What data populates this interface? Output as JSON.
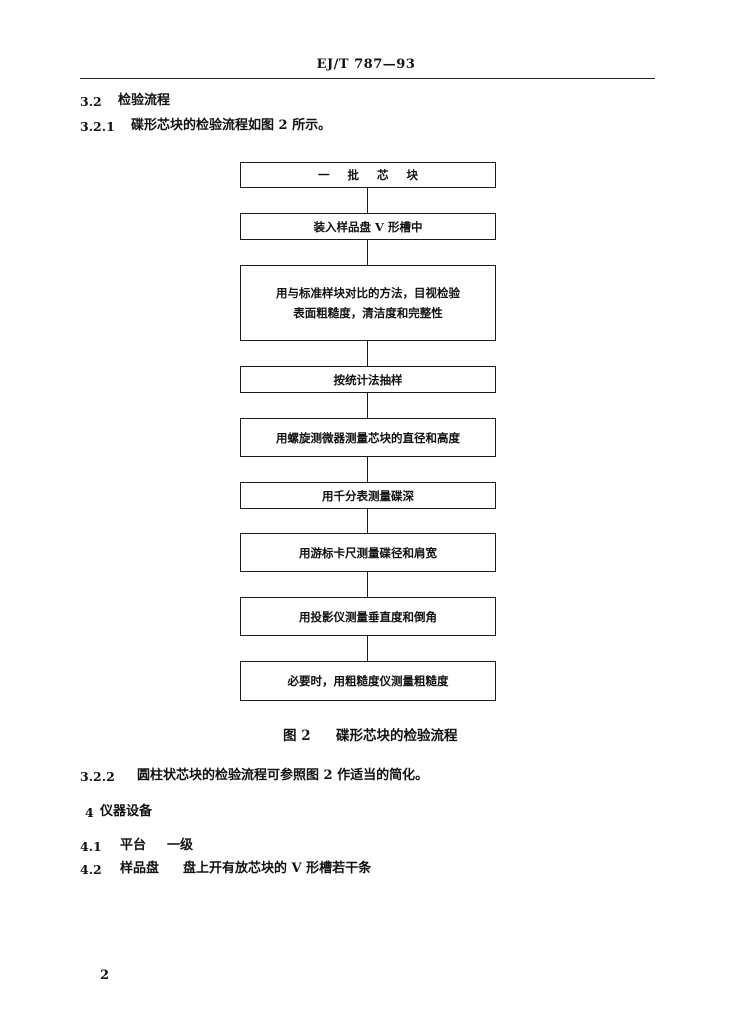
{
  "header": {
    "code": "EJ/T 787—93"
  },
  "section_3_2": {
    "number": "3.2",
    "title": "检验流程"
  },
  "section_3_2_1": {
    "number": "3.2.1",
    "text": "碟形芯块的检验流程如图 2 所示。"
  },
  "flowchart": {
    "steps": [
      {
        "lines": [
          "一 批 芯 块"
        ]
      },
      {
        "lines": [
          "装入样品盘 V 形槽中"
        ]
      },
      {
        "lines": [
          "用与标准样块对比的方法，目视检验",
          "表面粗糙度，清洁度和完整性"
        ]
      },
      {
        "lines": [
          "按统计法抽样"
        ]
      },
      {
        "lines": [
          "用螺旋测微器测量芯块的直径和高度"
        ]
      },
      {
        "lines": [
          "用千分表测量碟深"
        ]
      },
      {
        "lines": [
          "用游标卡尺测量碟径和肩宽"
        ]
      },
      {
        "lines": [
          "用投影仪测量垂直度和倒角"
        ]
      },
      {
        "lines": [
          "必要时，用粗糙度仪测量粗糙度"
        ]
      }
    ]
  },
  "figure_caption": {
    "label": "图 2",
    "title": "碟形芯块的检验流程"
  },
  "section_3_2_2": {
    "number": "3.2.2",
    "text": "圆柱状芯块的检验流程可参照图 2 作适当的简化。"
  },
  "section_4": {
    "number": "4",
    "title": "仪器设备"
  },
  "section_4_1": {
    "number": "4.1",
    "term": "平台",
    "text": "一级"
  },
  "section_4_2": {
    "number": "4.2",
    "term": "样品盘",
    "text": "盘上开有放芯块的 V 形槽若干条"
  },
  "page_number": "2"
}
